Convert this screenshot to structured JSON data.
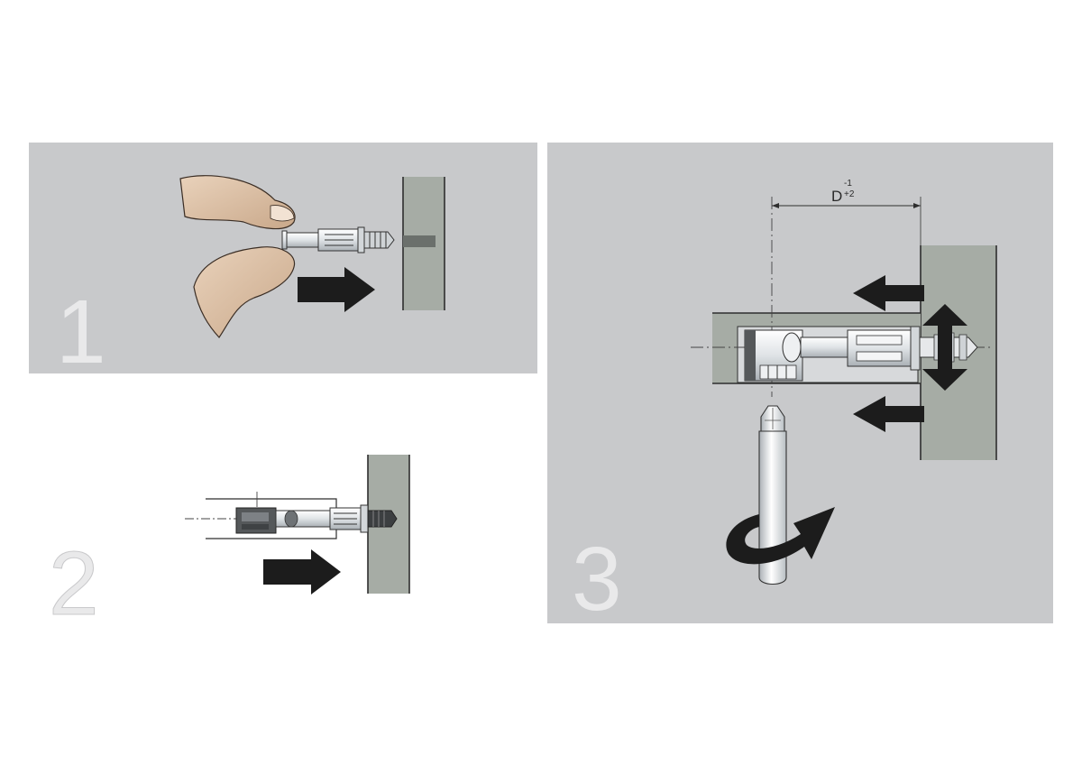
{
  "steps": [
    {
      "number": "1"
    },
    {
      "number": "2"
    },
    {
      "number": "3"
    }
  ],
  "dimension": {
    "label": "D",
    "tolerance_upper": "-1",
    "tolerance_lower": "+2"
  },
  "colors": {
    "panel_bg": "#c8c9cb",
    "wall": "#a6aca5",
    "metal": "#e3e6e8",
    "dark_metal": "#55585a",
    "arrow": "#1c1c1c",
    "skin": "#e3c7ad",
    "numeral": "#e9e9ea"
  }
}
